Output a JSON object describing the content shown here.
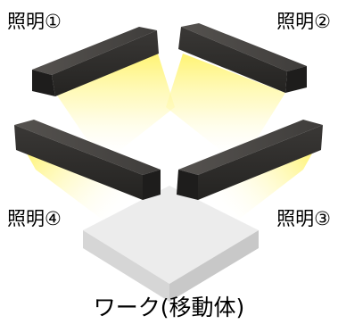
{
  "labels": {
    "light1": "照明①",
    "light2": "照明②",
    "light3": "照明③",
    "light4": "照明④"
  },
  "caption": "ワーク(移動体)",
  "colors": {
    "bar_front": "#2e2c2b",
    "bar_top": "#4a4846",
    "bar_end": "#1c1b1a",
    "light_glow": "#fff27a",
    "work_top": "#ebebeb",
    "work_side": "#d2d2d2"
  }
}
